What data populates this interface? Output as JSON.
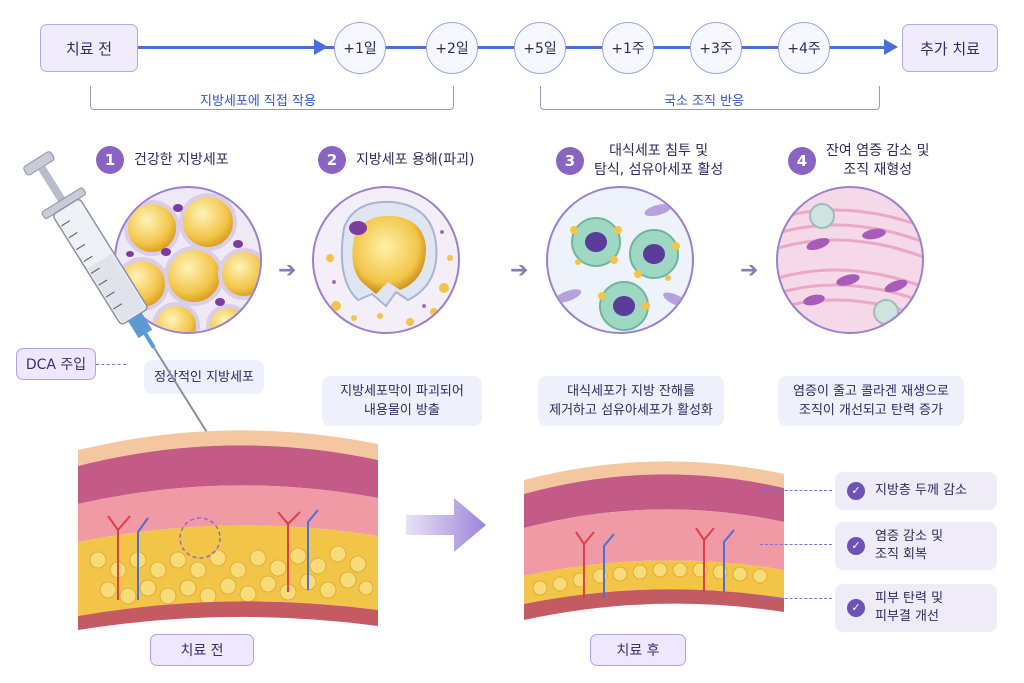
{
  "timeline": {
    "start_label": "치료 전",
    "end_label": "추가 치료",
    "nodes": [
      "+1일",
      "+2일",
      "+5일",
      "+1주",
      "+3주",
      "+4주"
    ],
    "bracket_direct": "지방세포에 직접 작용",
    "bracket_local": "국소 조직 반응"
  },
  "steps": [
    {
      "number": "1",
      "title": "건강한 지방세포",
      "caption": "정상적인 지방세포"
    },
    {
      "number": "2",
      "title": "지방세포 용해(파괴)",
      "caption_line1": "지방세포막이 파괴되어",
      "caption_line2": "내용물이 방출"
    },
    {
      "number": "3",
      "title_line1": "대식세포 침투 및",
      "title_line2": "탐식, 섬유아세포 활성",
      "caption_line1": "대식세포가 지방 잔해를",
      "caption_line2": "제거하고 섬유아세포가 활성화"
    },
    {
      "number": "4",
      "title_line1": "잔여 염증 감소 및",
      "title_line2": "조직 재형성",
      "caption_line1": "염증이 줄고 콜라겐 재생으로",
      "caption_line2": "조직이 개선되고 탄력 증가"
    }
  ],
  "injection_label": "DCA 주입",
  "before_label": "치료 전",
  "after_label": "치료 후",
  "outcomes": [
    {
      "line1": "지방층 두께 감소",
      "line2": ""
    },
    {
      "line1": "염증 감소 및",
      "line2": "조직 회복"
    },
    {
      "line1": "피부 탄력 및",
      "line2": "피부결 개선"
    }
  ],
  "colors": {
    "accent": "#4a6fd6",
    "purple": "#8a64c3",
    "fat": "#f2c548",
    "dermis": "#e88fa0"
  }
}
